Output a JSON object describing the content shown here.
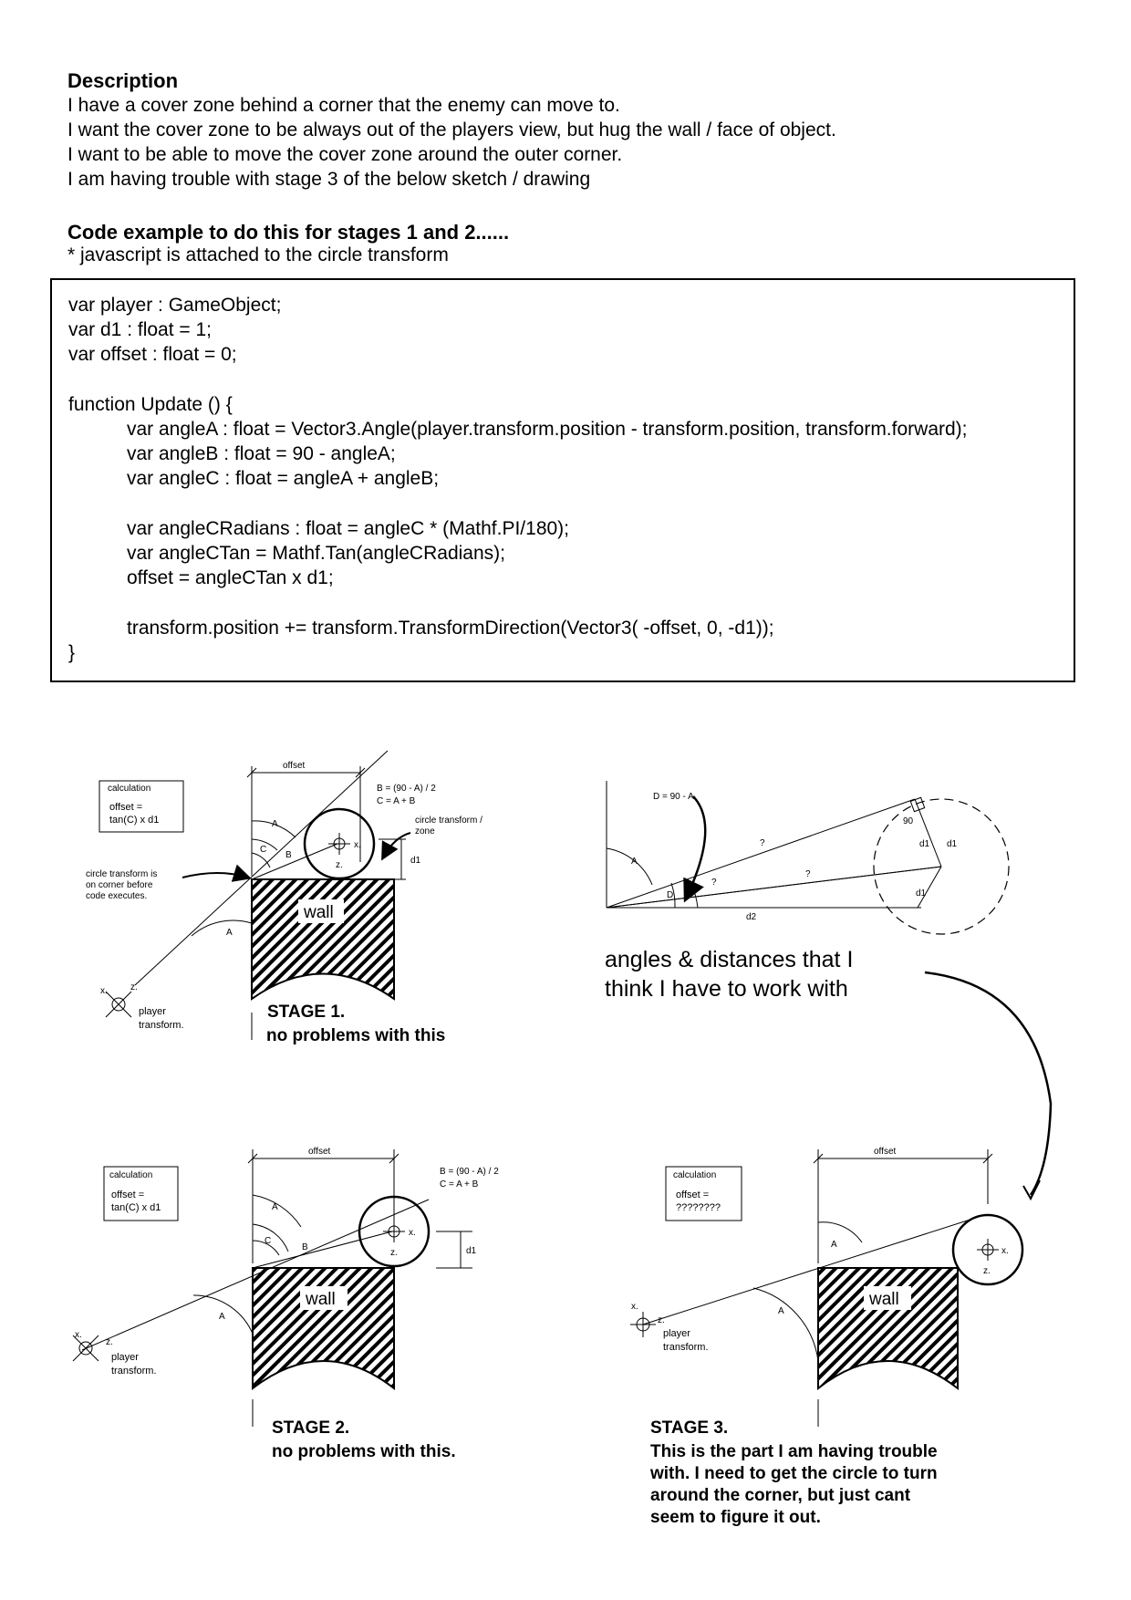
{
  "description": {
    "heading": "Description",
    "lines": [
      "I have a cover zone behind a corner that the enemy can move to.",
      "I want the cover zone to be always out of the players view, but hug the wall / face of object.",
      "I want to be able to move the cover zone around the outer corner.",
      "I am having trouble with stage 3 of the below sketch / drawing"
    ]
  },
  "code_section": {
    "heading": "Code example to do this for stages 1 and 2......",
    "note": "* javascript  is attached to the circle transform",
    "lines": [
      "var player : GameObject;",
      "var d1 : float = 1;",
      "var offset : float = 0;",
      "function Update () {",
      "var angleA : float = Vector3.Angle(player.transform.position - transform.position, transform.forward);",
      "var angleB : float = 90 - angleA;",
      "var angleC : float = angleA + angleB;",
      "var angleCRadians : float = angleC * (Mathf.PI/180);",
      "var angleCTan = Mathf.Tan(angleCRadians);",
      "offset =  angleCTan x d1;",
      "transform.position += transform.TransformDirection(Vector3( -offset, 0, -d1));",
      "}"
    ]
  },
  "sketch_labels": {
    "calculation": "calculation",
    "offset_formula_1": "offset =",
    "offset_formula_2": "tan(C) x d1",
    "offset_unknown": "????????",
    "offset": "offset",
    "b_formula": "B = (90 - A)  /  2",
    "c_formula": "C = A + B",
    "circle_transform": "circle transform /",
    "zone": "zone",
    "corner_note_1": "circle transform is",
    "corner_note_2": "on corner before",
    "corner_note_3": "code executes.",
    "wall": "wall",
    "player": "player",
    "transform": "transform.",
    "d1": "d1",
    "d2": "d2",
    "a": "A",
    "b": "B",
    "c": "C",
    "d": "D",
    "x": "x.",
    "z": "z.",
    "q": "?",
    "ninety": "90",
    "d_formula": "D = 90 - A"
  },
  "angles_note": {
    "line1": "angles & distances that I",
    "line2": "think I have to work with"
  },
  "stages": [
    {
      "title": "STAGE 1.",
      "lines": [
        "no problems with this"
      ]
    },
    {
      "title": "STAGE 2.",
      "lines": [
        "no problems with this."
      ]
    },
    {
      "title": "STAGE 3.",
      "lines": [
        "This is the part I am having trouble",
        "with. I need to get the circle to turn",
        "around the corner, but just cant",
        "seem to figure it out."
      ]
    }
  ]
}
